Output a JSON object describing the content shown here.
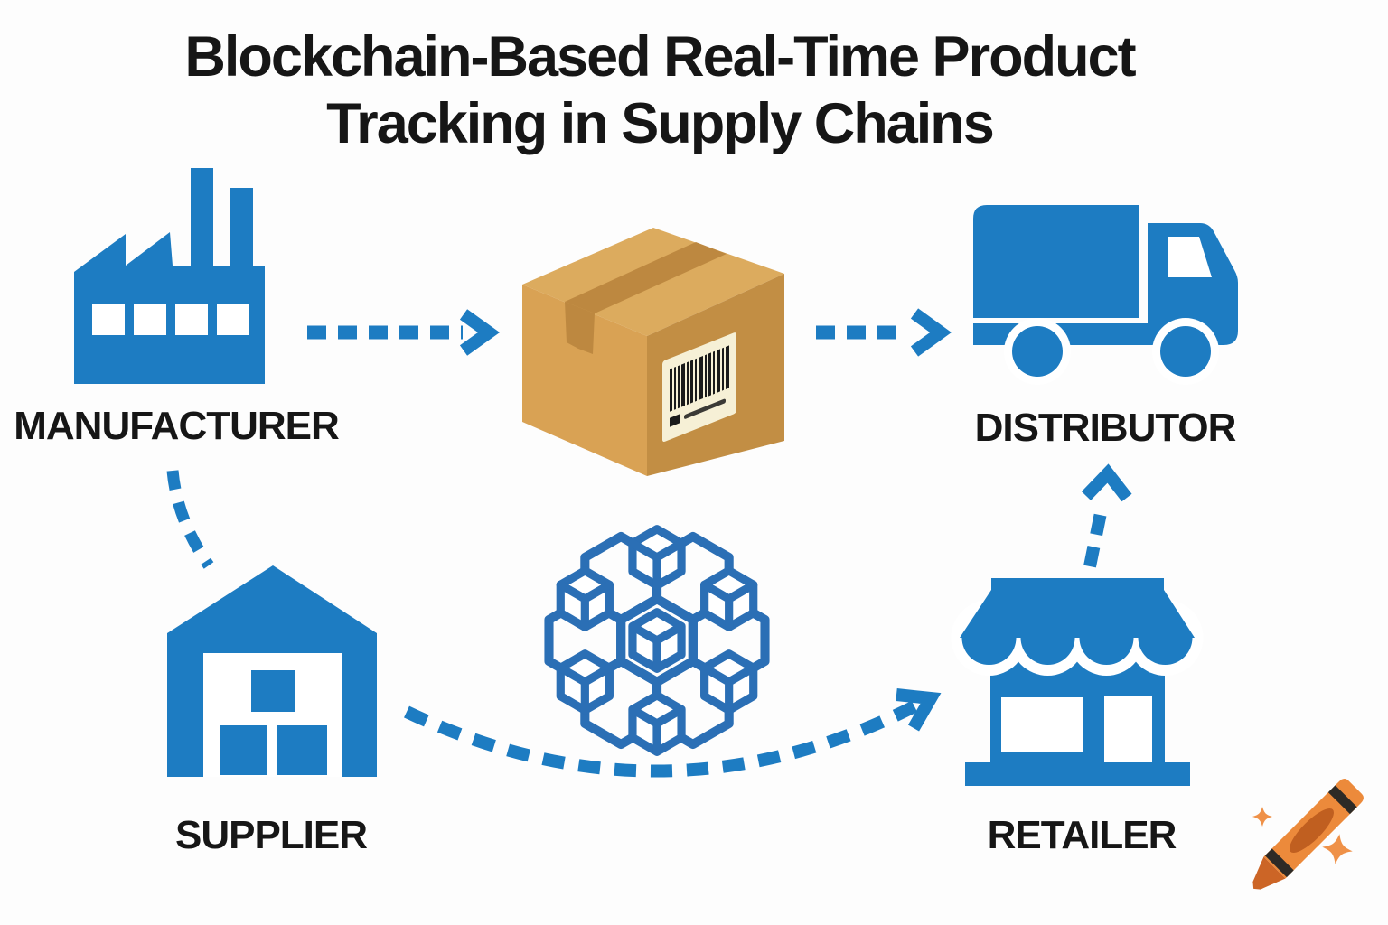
{
  "title": {
    "line1": "Blockchain-Based Real-Time Product",
    "line2": "Tracking in Supply Chains"
  },
  "nodes": {
    "manufacturer": {
      "label": "MANUFACTURER",
      "icon": "factory-icon"
    },
    "product": {
      "label": "",
      "icon": "package-box-with-barcode-icon"
    },
    "distributor": {
      "label": "DISTRIBUTOR",
      "icon": "delivery-truck-icon"
    },
    "supplier": {
      "label": "SUPPLIER",
      "icon": "warehouse-icon"
    },
    "network": {
      "label": "",
      "icon": "blockchain-cubes-icon"
    },
    "retailer": {
      "label": "RETAILER",
      "icon": "storefront-icon"
    }
  },
  "arrows": [
    {
      "from": "manufacturer",
      "to": "product",
      "style": "dashed",
      "direction": "right"
    },
    {
      "from": "product",
      "to": "distributor",
      "style": "dashed",
      "direction": "right"
    },
    {
      "from": "manufacturer",
      "to": "supplier",
      "style": "dashed",
      "direction": "down"
    },
    {
      "from": "supplier",
      "to": "retailer",
      "style": "dashed-curve",
      "direction": "right-up"
    },
    {
      "from": "retailer",
      "to": "distributor",
      "style": "dashed",
      "direction": "up"
    }
  ],
  "watermark": {
    "icon": "craiyon-crayon-logo"
  },
  "theme": {
    "bg": "#fdfdfd",
    "ink": "#161616",
    "blue": "#1d7cc2",
    "lattice": "#2b6fb5",
    "box_top": "#dcab5e",
    "box_left": "#d9a254",
    "box_right": "#c28e44",
    "box_tape": "#bd8840",
    "label_cream": "#f6f0d6",
    "crayon_orange": "#ec8a3b",
    "crayon_tip": "#cc6526",
    "crayon_oval": "#c05f20",
    "crayon_spark": "#ef9148"
  }
}
